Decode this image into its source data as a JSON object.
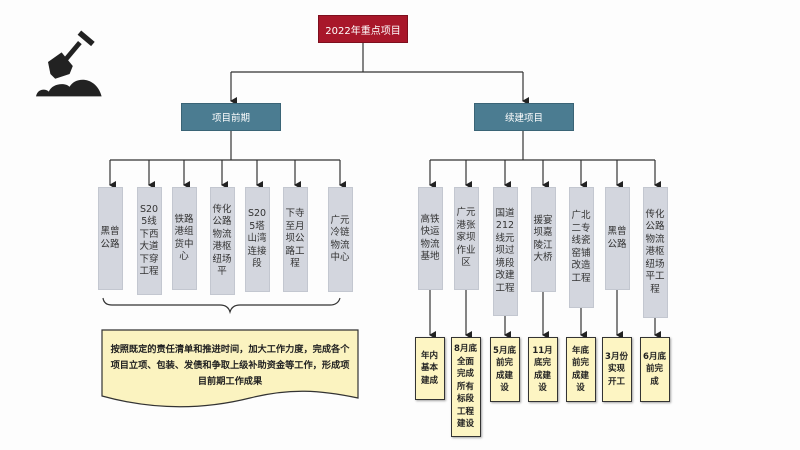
{
  "root": {
    "title": "2022年重点项目",
    "color": "#a8172a"
  },
  "phases": [
    {
      "label": "项目前期",
      "color": "#4b7c91",
      "items": [
        "黑曾公路",
        "S205线下西大道下穿工程",
        "铁路港组货中心",
        "传化公路物流港枢纽场平",
        "S205塔山湾连接段",
        "下寺至月坝公路工程",
        "广元冷链物流中心"
      ],
      "note": "按照既定的责任清单和推进时间，加大工作力度，完成各个项目立项、包装、发债和争取上级补助资金等工作，形成项目前期工作成果"
    },
    {
      "label": "续建项目",
      "color": "#4b7c91",
      "items": [
        "高铁快运物流基地",
        "广元港张家坝作业区",
        "国道212线元坝过境段改建工程",
        "援宴坝嘉陵江大桥",
        "广北二专线瓷窑铺改造工程",
        "黑曾公路",
        "传化公路物流港枢纽场平工程"
      ],
      "results": [
        "年内基本建成",
        "8月底全面完成所有标段工程建设",
        "5月底前完成建设",
        "11月底完成建设",
        "年底前完成建设",
        "3月份实现开工",
        "6月底前完成"
      ]
    }
  ],
  "icon": "shovel-dirt-icon",
  "colors": {
    "item_bg": "#d3d6de",
    "result_bg": "#fdf5c3",
    "note_bg": "#fbf3c0"
  }
}
